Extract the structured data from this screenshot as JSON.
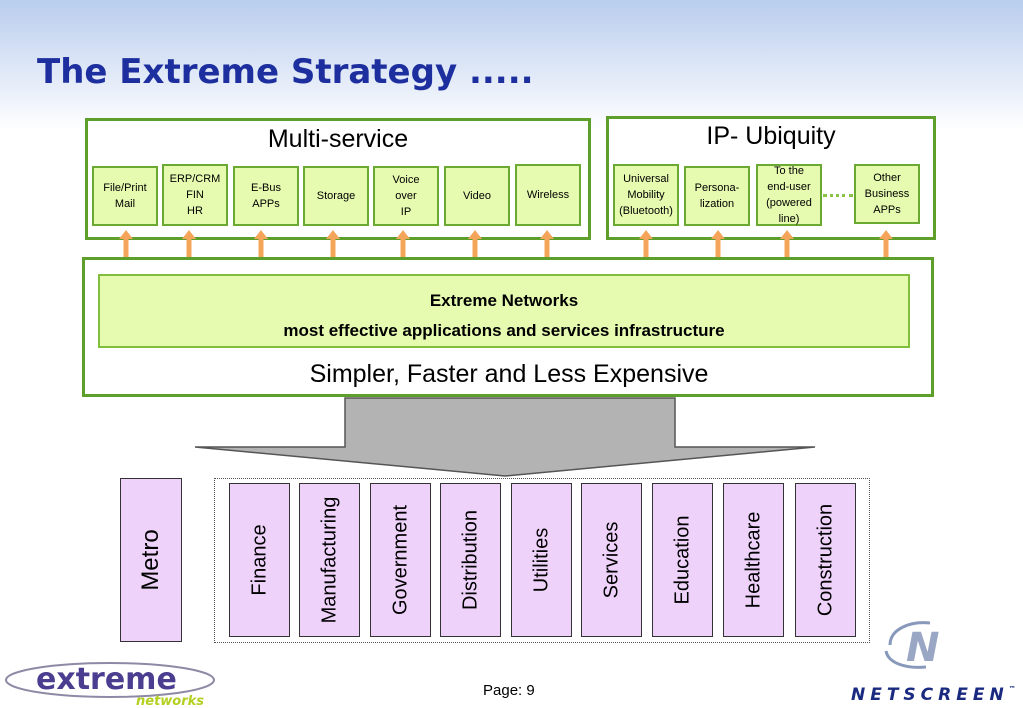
{
  "slide": {
    "title": "The Extreme Strategy .....",
    "page_label": "Page: 9"
  },
  "multi_service": {
    "title": "Multi-service",
    "items": [
      "File/Print\nMail",
      "ERP/CRM\nFIN\nHR",
      "E-Bus\nAPPs",
      "Storage",
      "Voice\nover\nIP",
      "Video",
      "Wireless"
    ]
  },
  "ip_ubiquity": {
    "title": "IP- Ubiquity",
    "items": [
      "Universal\nMobility\n(Bluetooth)",
      "Persona-\nlization",
      "To the\nend-user\n(powered\nline)",
      "Other\nBusiness\nAPPs"
    ]
  },
  "infrastructure": {
    "line1": "Extreme Networks",
    "line2": "most effective applications and services infrastructure",
    "tagline": "Simpler, Faster and Less Expensive"
  },
  "sectors": {
    "metro": "Metro",
    "items": [
      "Finance",
      "Manufacturing",
      "Government",
      "Distribution",
      "Utilities",
      "Services",
      "Education",
      "Healthcare",
      "Construction"
    ]
  },
  "logos": {
    "extreme": "extreme",
    "extreme_sub": "networks",
    "netscreen": "NETSCREEN",
    "netscreen_mark": "N",
    "netscreen_tm": "™"
  },
  "colors": {
    "title": "#1d2f9e",
    "frame_border": "#5e9e2a",
    "service_fill": "#e6fbb0",
    "arrow": "#f5a55a",
    "sector_fill": "#eed2fa"
  }
}
